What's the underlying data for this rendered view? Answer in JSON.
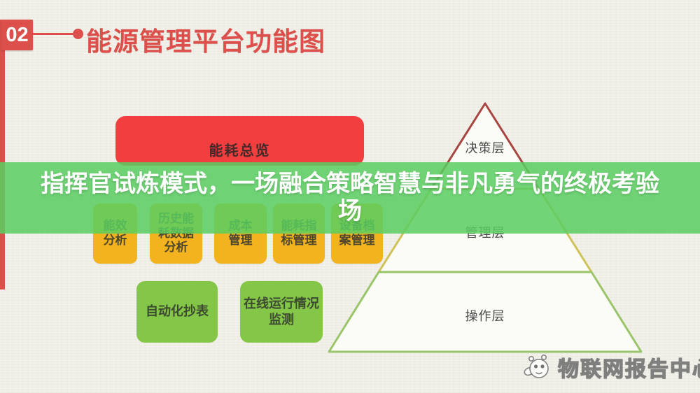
{
  "colors": {
    "background": "#f0efe8",
    "header_accent": "#dc4f4a",
    "overview_box": "#f23e3e",
    "function_box": "#f2b31e",
    "sub_box": "#84c647",
    "banner_green": "#58ce60",
    "pyramid_top_stroke": "#a8443f",
    "pyramid_mid_stroke": "#cfc258",
    "pyramid_bottom_stroke": "#9ac56b"
  },
  "header": {
    "section_number": "02",
    "title": "能源管理平台功能图"
  },
  "diagram": {
    "overview_box": {
      "label": "能耗总览"
    },
    "function_boxes": [
      {
        "label": "能效\n分析"
      },
      {
        "label": "历史能\n耗数据\n分析"
      },
      {
        "label": "成本\n管理"
      },
      {
        "label": "能耗指\n标管理"
      },
      {
        "label": "设备档\n案管理"
      }
    ],
    "sub_boxes": [
      {
        "label": "自动化抄表"
      },
      {
        "label": "在线运行情况\n监测"
      }
    ],
    "pyramid": {
      "layers": [
        {
          "label": "决策层"
        },
        {
          "label": "管理层"
        },
        {
          "label": "操作层"
        }
      ]
    }
  },
  "banner": {
    "line1": "指挥官试炼模式，一场融合策略智慧与非凡勇气的终极考验",
    "line2": "场"
  },
  "watermark": {
    "label": "物联网报告中心"
  }
}
